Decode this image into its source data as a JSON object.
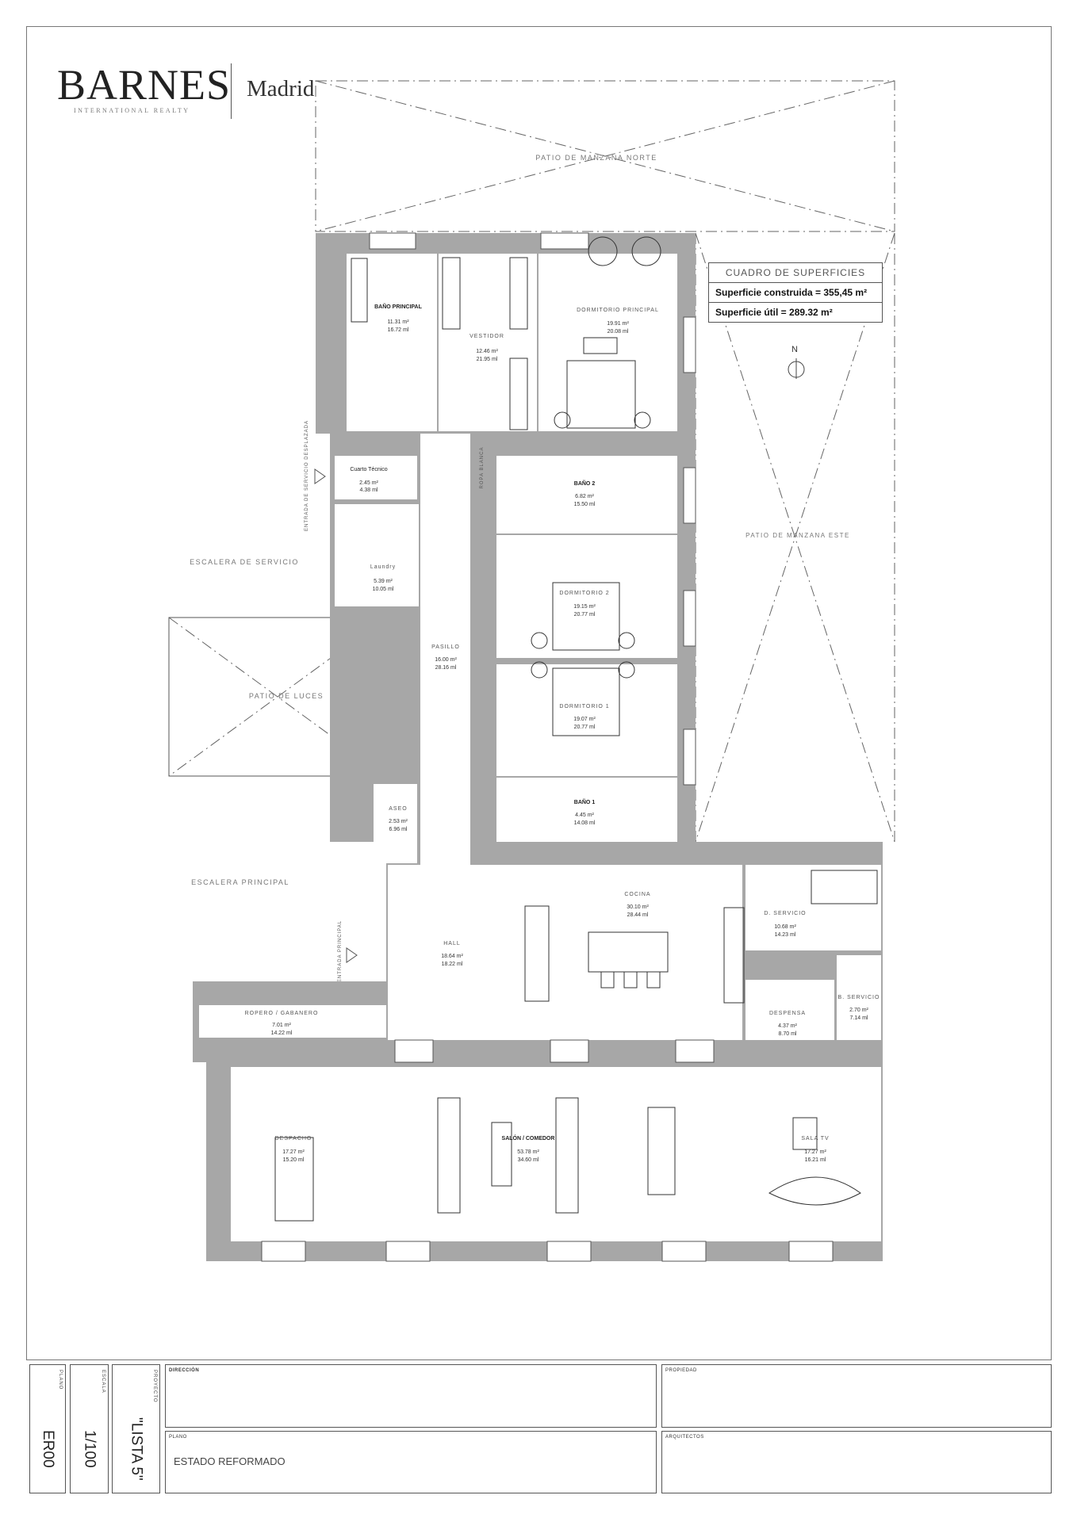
{
  "logo": {
    "brand": "BARNES",
    "subtitle": "INTERNATIONAL REALTY",
    "city": "Madrid"
  },
  "surfaces": {
    "title": "CUADRO DE SUPERFICIES",
    "built": "Superficie construida = 355,45 m²",
    "useful": "Superficie útil = 289.32 m²"
  },
  "north": "N",
  "exterior": {
    "patio_norte": "PATIO DE MANZANA NORTE",
    "patio_este": "PATIO DE MANZANA ESTE",
    "patio_luces": "PATIO DE LUCES",
    "escalera_servicio": "ESCALERA DE SERVICIO",
    "escalera_principal": "ESCALERA PRINCIPAL",
    "entrada_servicio": "ENTRADA DE SERVICIO DESPLAZADA",
    "entrada_principal": "ENTRADA PRINCIPAL"
  },
  "rooms": [
    {
      "name": "BAÑO PRINCIPAL",
      "m2": "11.31 m²",
      "ml": "16.72 ml"
    },
    {
      "name": "VESTIDOR",
      "m2": "12.46 m²",
      "ml": "21.95 ml"
    },
    {
      "name": "DORMITORIO PRINCIPAL",
      "m2": "19.91 m²",
      "ml": "20.08 ml"
    },
    {
      "name": "Cuarto Técnico",
      "m2": "2.45 m²",
      "ml": "4.38 ml"
    },
    {
      "name": "Laundry",
      "m2": "5.39 m²",
      "ml": "10.05 ml"
    },
    {
      "name": "PASILLO",
      "m2": "16.00 m²",
      "ml": "28.16 ml"
    },
    {
      "name": "BAÑO 2",
      "m2": "6.82 m²",
      "ml": "15.50 ml"
    },
    {
      "name": "DORMITORIO 2",
      "m2": "19.15 m²",
      "ml": "20.77 ml"
    },
    {
      "name": "DORMITORIO 1",
      "m2": "19.07 m²",
      "ml": "20.77 ml"
    },
    {
      "name": "BAÑO 1",
      "m2": "4.45 m²",
      "ml": "14.08 ml"
    },
    {
      "name": "ASEO",
      "m2": "2.53 m²",
      "ml": "6.96 ml"
    },
    {
      "name": "HALL",
      "m2": "18.64 m²",
      "ml": "18.22 ml"
    },
    {
      "name": "COCINA",
      "m2": "30.10 m²",
      "ml": "28.44 ml"
    },
    {
      "name": "D. SERVICIO",
      "m2": "10.68 m²",
      "ml": "14.23 ml"
    },
    {
      "name": "B. SERVICIO",
      "m2": "2.70 m²",
      "ml": "7.14 ml"
    },
    {
      "name": "DESPENSA",
      "m2": "4.37 m²",
      "ml": "8.70 ml"
    },
    {
      "name": "ROPERO / GABANERO",
      "m2": "7.01 m²",
      "ml": "14.22 ml"
    },
    {
      "name": "DESPACHO",
      "m2": "17.27 m²",
      "ml": "15.20 ml"
    },
    {
      "name": "SALÓN / COMEDOR",
      "m2": "53.78 m²",
      "ml": "34.60 ml"
    },
    {
      "name": "SALA TV",
      "m2": "17.27 m²",
      "ml": "16.21 ml"
    }
  ],
  "ropa_blanca": "ROPA BLANCA",
  "title_block": {
    "plano_caption": "PLANO",
    "plano_code": "ER00",
    "escala_caption": "ESCALA",
    "escala": "1/100",
    "proyecto_caption": "PROYECTO",
    "proyecto": "\"LISTA 5\"",
    "direccion_caption": "DIRECCIÓN",
    "plano_box_caption": "PLANO",
    "plano_name": "ESTADO REFORMADO",
    "propiedad_caption": "PROPIEDAD",
    "arquitectos_caption": "ARQUITECTOS"
  }
}
